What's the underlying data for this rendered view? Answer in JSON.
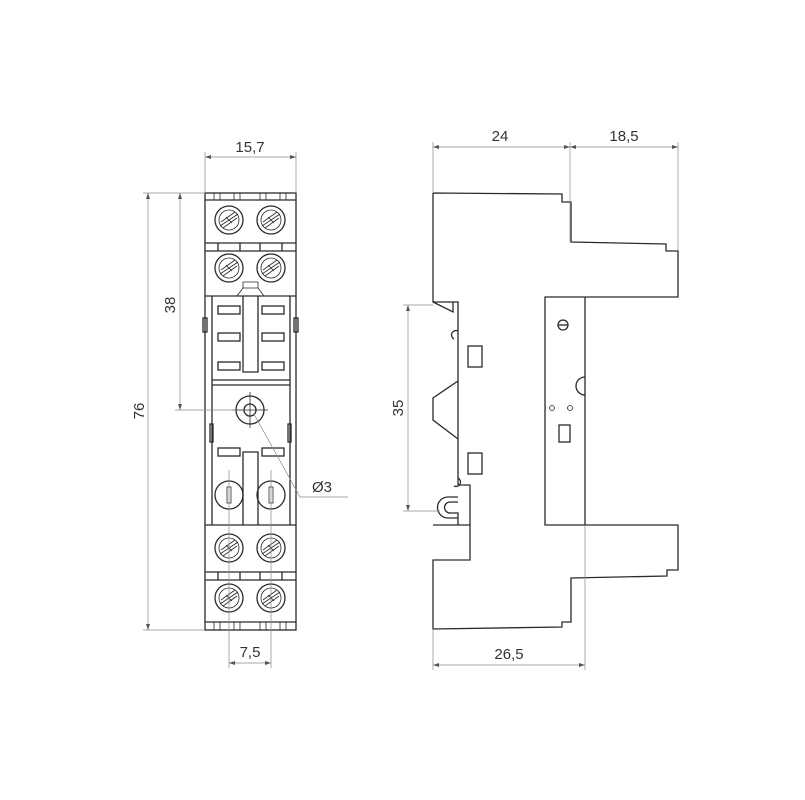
{
  "drawing": {
    "front_view": {
      "width_label": "15,7",
      "height_label": "76",
      "hole_offset_label": "38",
      "pin_pitch_label": "7,5",
      "hole_diameter_label": "Ø3"
    },
    "side_view": {
      "depth_label": "24",
      "top_extension_label": "18,5",
      "rail_label": "35",
      "bottom_depth_label": "26,5"
    }
  }
}
